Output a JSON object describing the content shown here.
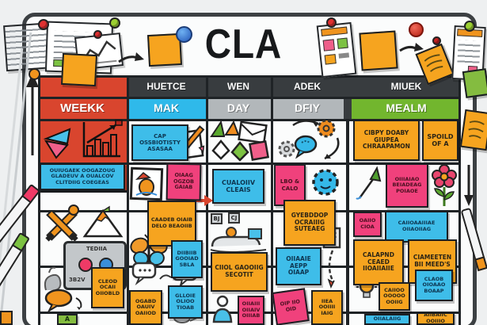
{
  "title": "CLA",
  "columns": [
    {
      "top": "",
      "label": "WEEKK"
    },
    {
      "top": "HUETCE",
      "label": "MAK"
    },
    {
      "top": "WEN",
      "label": "DAY"
    },
    {
      "top": "ADEK",
      "label": "DFIY"
    },
    {
      "top": "MIUEK",
      "label": "MEALM"
    }
  ],
  "notes": {
    "week_plan": "OUIUGAEK OOGAZOUG GLADEUV A OUALCOV CLITDIIG COEGEAS",
    "week_clean": "CLEOD OCAII OIIOBLD",
    "week_tag": "A",
    "mak_cap": "CAP OSSBIOTISTY ASASAA",
    "mak_pink": "OIAAG OGZOB GAIAB",
    "mak_mid": "CAADEB OIAIB DELO BEAOIIB",
    "mak_cyan": "DIIBIIB GOOIAD SBLA",
    "mak_low_orange": "OGABD OAUIV OAIIOD",
    "mak_low_cyan": "GLLOIE OLIOO TIOAB",
    "day_clean": "CUALOIIV CLEAIS",
    "day_security": "CIIOL GAOOIIG SECOTIT",
    "day_pink": "OIIAIII OIIAIV OIIIAB",
    "dfiy_care": "LBO & CALO",
    "dfiy_mid": "GYEBDDOP OCRAIIIG SUTEAEG",
    "dfiy_cyan": "OIIAAIE AEPP OIAAP",
    "dfiy_pink": "OIP IIO OID",
    "dfiy_low": "IIEA OOIIII IAIG",
    "mealm_plan": "CIBPY DOABY GIUPEA CHRAAPAMON",
    "mealm_spoild": "SPOILD OF A",
    "mealm_pink": "OIIIAIAO BEIADEAG POIAOE",
    "mealm_small_pink": "OAIIO CIOA",
    "mealm_cyan": "CAIIOAAIIIAE OIIAOIIAG",
    "mealm_calapnd": "CALAPND CEAED IIOAIIAIIE",
    "mealm_meeds": "CIAMEETEN BII MEED'S",
    "mealm_low_orange": "CAIIOO OOOOO OOIIG",
    "mealm_low_cyan": "CLAOB OIOAAO BOAAP",
    "mealm_bottom_cyan": "OIIALAIIG",
    "mealm_bottom_orange": "AIIBAIIC OOIIIO"
  },
  "device": {
    "top_label": "TEDIIA",
    "bottom_label": "3B2V"
  },
  "chips": {
    "a": "BJ",
    "b": "CJ"
  },
  "colors": {
    "red_header": "#d9452e",
    "cyan_header": "#2fb9ea",
    "gray_header": "#b2b7ba",
    "green_header": "#72b62e",
    "dark_header": "#383c3f",
    "note_orange": "#f6a41f",
    "note_cyan": "#3ebde9",
    "note_pink": "#f0417c",
    "note_green": "#84bc40"
  },
  "icons": [
    "pie-chart-icon",
    "bar-chart-icon",
    "note-pencil-icon",
    "envelopes-icon",
    "gears-chat-icon",
    "framed-picture-icon",
    "cyan-gear-icon",
    "green-arrow-icon",
    "flower-icon",
    "crossed-swords-icon",
    "mountain-icon",
    "butterfly-icon",
    "vehicle-icon",
    "paper-hook-icon",
    "lightbulb-icon",
    "speech-bubble-icon",
    "person-icon",
    "device-icon",
    "marker-pen-icon",
    "pushpin-icon",
    "magnet-icon",
    "line-chart-card-icon",
    "arrow-icon"
  ]
}
